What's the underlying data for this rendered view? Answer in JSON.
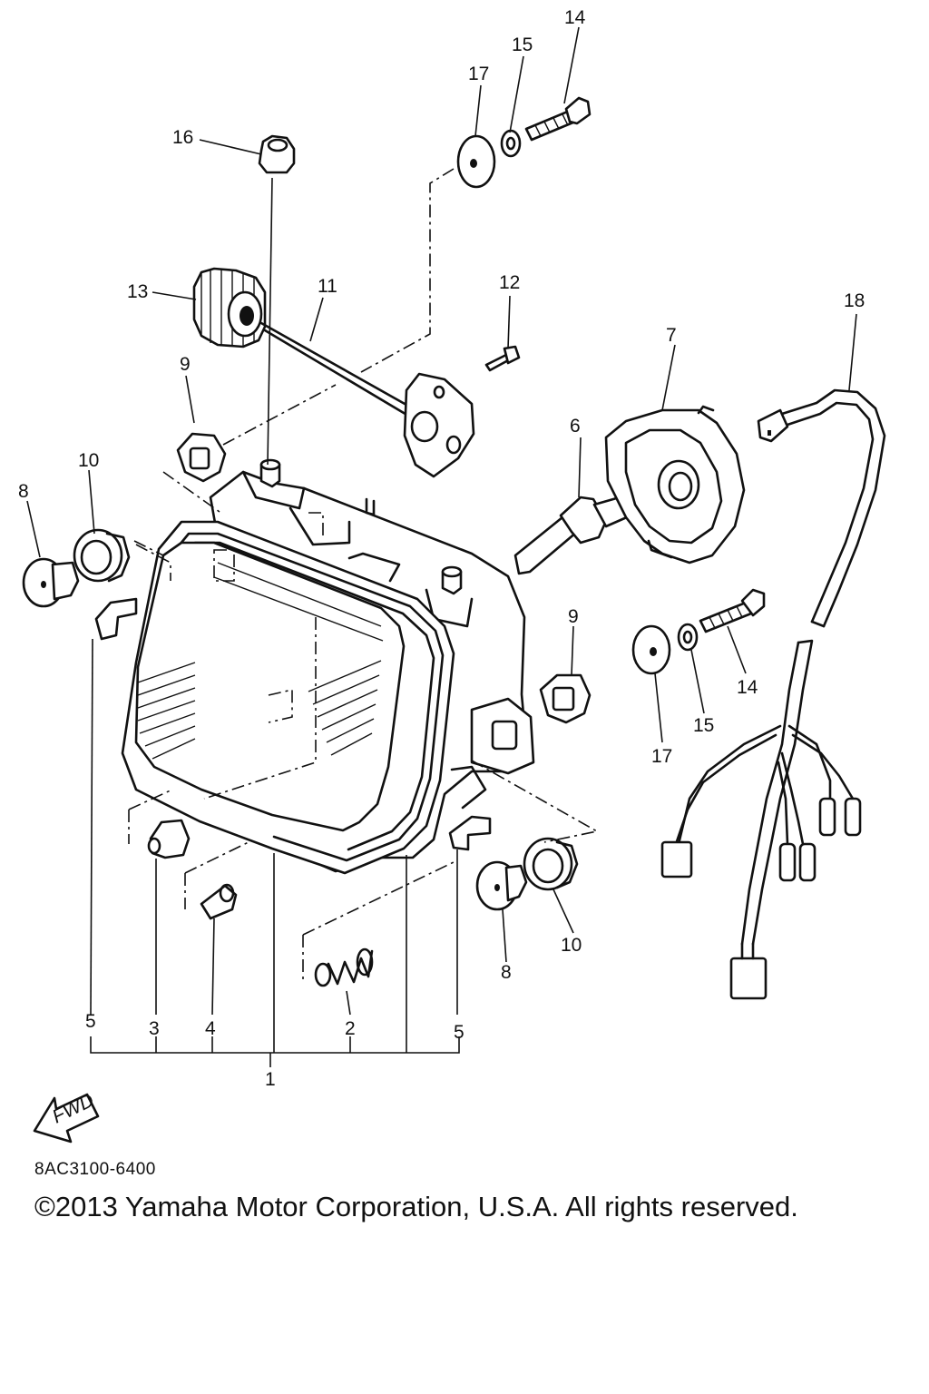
{
  "callouts": {
    "c1": "1",
    "c2": "2",
    "c3": "3",
    "c4": "4",
    "c5a": "5",
    "c5b": "5",
    "c6": "6",
    "c7": "7",
    "c8a": "8",
    "c8b": "8",
    "c9a": "9",
    "c9b": "9",
    "c10a": "10",
    "c10b": "10",
    "c11": "11",
    "c12": "12",
    "c13": "13",
    "c14a": "14",
    "c14b": "14",
    "c15a": "15",
    "c15b": "15",
    "c16": "16",
    "c17a": "17",
    "c17b": "17",
    "c18": "18"
  },
  "fwd_label": "FWD",
  "part_code": "8AC3100-6400",
  "copyright": "©2013 Yamaha Motor Corporation, U.S.A. All rights reserved."
}
